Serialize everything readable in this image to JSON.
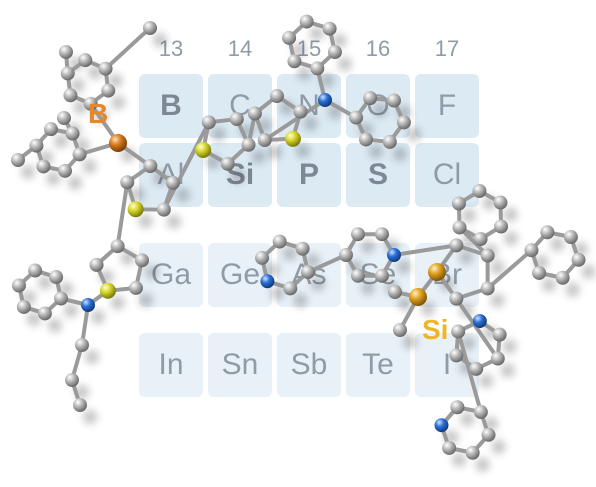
{
  "group_numbers": [
    "13",
    "14",
    "15",
    "16",
    "17"
  ],
  "table_rows": [
    [
      "B",
      "C",
      "N",
      "O",
      "F"
    ],
    [
      "Al",
      "Si",
      "P",
      "S",
      "Cl"
    ],
    [
      "Ga",
      "Ge",
      "As",
      "Se",
      "Br"
    ],
    [
      "In",
      "Sn",
      "Sb",
      "Te",
      "I"
    ]
  ],
  "highlight_elements": [
    "B",
    "Si",
    "P",
    "S"
  ],
  "molecule_labels": {
    "boron": "B",
    "silicon": "Si"
  },
  "colors": {
    "cell": "#dceaf4",
    "symbol": "#8f9ba6",
    "boron_label": "#e8862a",
    "silicon_label": "#f0b428",
    "carbon_atom": "#a8a8a8",
    "nitrogen_atom": "#2a6fd6",
    "sulfur_atom": "#d6d62a",
    "boron_atom": "#d67a1e",
    "silicon_atom": "#e0a020"
  }
}
